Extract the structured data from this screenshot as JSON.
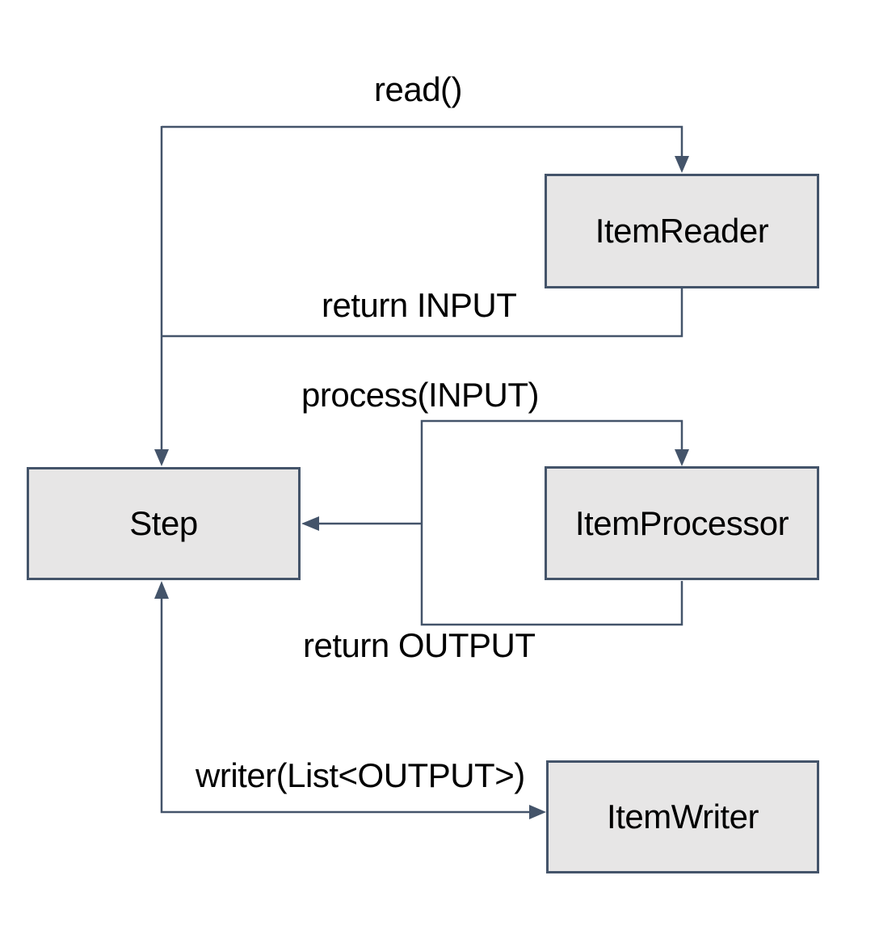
{
  "theme": {
    "background": "#ffffff",
    "stroke": "#44546a",
    "node_fill": "#e7e6e6",
    "node_border": "#44546a",
    "text_color": "#000000"
  },
  "diagram": {
    "nodes": {
      "step": {
        "label": "Step"
      },
      "item_reader": {
        "label": "ItemReader"
      },
      "item_processor": {
        "label": "ItemProcessor"
      },
      "item_writer": {
        "label": "ItemWriter"
      }
    },
    "edge_labels": {
      "read": "read()",
      "return_input": "return INPUT",
      "process": "process(INPUT)",
      "return_output": "return OUTPUT",
      "write": "writer(List<OUTPUT>)"
    }
  }
}
